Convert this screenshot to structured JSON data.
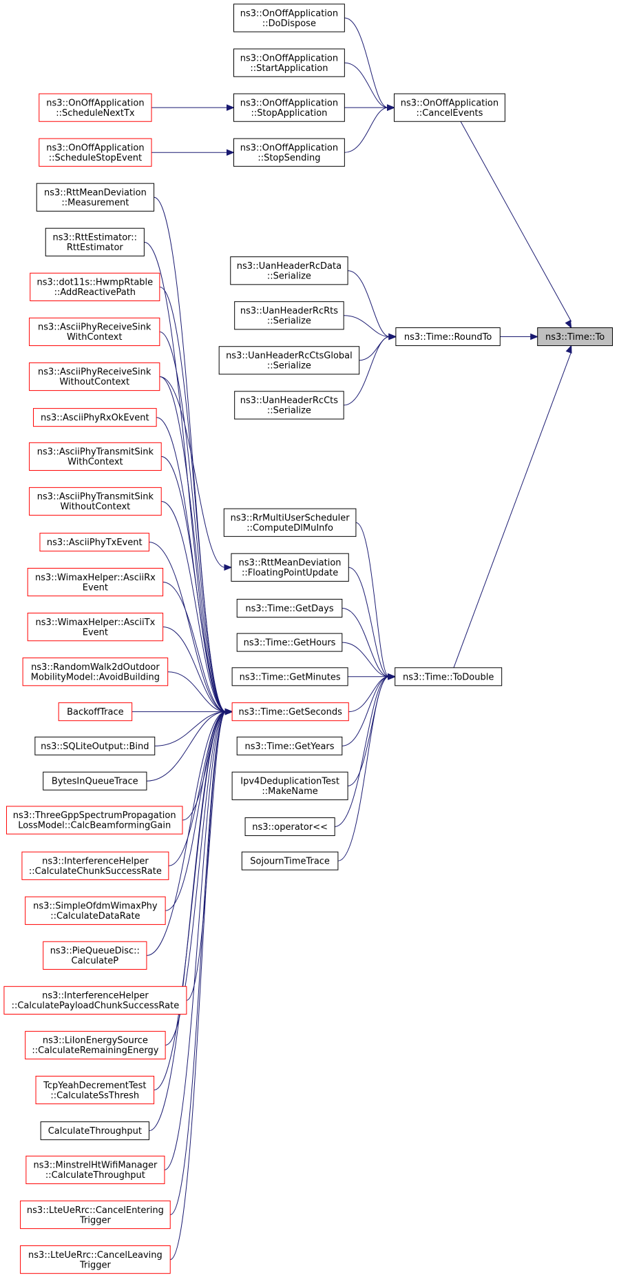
{
  "root": "ns3::Time::To",
  "nodes": [
    {
      "id": "to",
      "lines": [
        "ns3::Time::To"
      ],
      "color": "root"
    },
    {
      "id": "cancelEvents",
      "lines": [
        "ns3::OnOffApplication",
        "::CancelEvents"
      ],
      "color": "black"
    },
    {
      "id": "roundTo",
      "lines": [
        "ns3::Time::RoundTo"
      ],
      "color": "black"
    },
    {
      "id": "toDouble",
      "lines": [
        "ns3::Time::ToDouble"
      ],
      "color": "black"
    },
    {
      "id": "doDispose",
      "lines": [
        "ns3::OnOffApplication",
        "::DoDispose"
      ],
      "color": "black"
    },
    {
      "id": "startApp",
      "lines": [
        "ns3::OnOffApplication",
        "::StartApplication"
      ],
      "color": "black"
    },
    {
      "id": "stopApp",
      "lines": [
        "ns3::OnOffApplication",
        "::StopApplication"
      ],
      "color": "black"
    },
    {
      "id": "stopSending",
      "lines": [
        "ns3::OnOffApplication",
        "::StopSending"
      ],
      "color": "black"
    },
    {
      "id": "schedNextTx",
      "lines": [
        "ns3::OnOffApplication",
        "::ScheduleNextTx"
      ],
      "color": "red"
    },
    {
      "id": "schedStop",
      "lines": [
        "ns3::OnOffApplication",
        "::ScheduleStopEvent"
      ],
      "color": "red"
    },
    {
      "id": "uanData",
      "lines": [
        "ns3::UanHeaderRcData",
        "::Serialize"
      ],
      "color": "black"
    },
    {
      "id": "uanRts",
      "lines": [
        "ns3::UanHeaderRcRts",
        "::Serialize"
      ],
      "color": "black"
    },
    {
      "id": "uanCtsGlobal",
      "lines": [
        "ns3::UanHeaderRcCtsGlobal",
        "::Serialize"
      ],
      "color": "black"
    },
    {
      "id": "uanCts",
      "lines": [
        "ns3::UanHeaderRcCts",
        "::Serialize"
      ],
      "color": "black"
    },
    {
      "id": "rrMulti",
      "lines": [
        "ns3::RrMultiUserScheduler",
        "::ComputeDlMuInfo"
      ],
      "color": "black"
    },
    {
      "id": "rttFloat",
      "lines": [
        "ns3::RttMeanDeviation",
        "::FloatingPointUpdate"
      ],
      "color": "black"
    },
    {
      "id": "getDays",
      "lines": [
        "ns3::Time::GetDays"
      ],
      "color": "black"
    },
    {
      "id": "getHours",
      "lines": [
        "ns3::Time::GetHours"
      ],
      "color": "black"
    },
    {
      "id": "getMinutes",
      "lines": [
        "ns3::Time::GetMinutes"
      ],
      "color": "black"
    },
    {
      "id": "getSeconds",
      "lines": [
        "ns3::Time::GetSeconds"
      ],
      "color": "red"
    },
    {
      "id": "getYears",
      "lines": [
        "ns3::Time::GetYears"
      ],
      "color": "black"
    },
    {
      "id": "ipv4Dedup",
      "lines": [
        "Ipv4DeduplicationTest",
        "::MakeName"
      ],
      "color": "black"
    },
    {
      "id": "operatorLL",
      "lines": [
        "ns3::operator<<"
      ],
      "color": "black"
    },
    {
      "id": "sojourn",
      "lines": [
        "SojournTimeTrace"
      ],
      "color": "black"
    },
    {
      "id": "rttMeas",
      "lines": [
        "ns3::RttMeanDeviation",
        "::Measurement"
      ],
      "color": "black"
    },
    {
      "id": "rttEst",
      "lines": [
        "ns3::RttEstimator::",
        "RttEstimator"
      ],
      "color": "black"
    },
    {
      "id": "hwmp",
      "lines": [
        "ns3::dot11s::HwmpRtable",
        "::AddReactivePath"
      ],
      "color": "red"
    },
    {
      "id": "asciiRxSinkCtx",
      "lines": [
        "ns3::AsciiPhyReceiveSink",
        "WithContext"
      ],
      "color": "red"
    },
    {
      "id": "asciiRxSinkNoCtx",
      "lines": [
        "ns3::AsciiPhyReceiveSink",
        "WithoutContext"
      ],
      "color": "red"
    },
    {
      "id": "asciiRxOk",
      "lines": [
        "ns3::AsciiPhyRxOkEvent"
      ],
      "color": "red"
    },
    {
      "id": "asciiTxSinkCtx",
      "lines": [
        "ns3::AsciiPhyTransmitSink",
        "WithContext"
      ],
      "color": "red"
    },
    {
      "id": "asciiTxSinkNoCtx",
      "lines": [
        "ns3::AsciiPhyTransmitSink",
        "WithoutContext"
      ],
      "color": "red"
    },
    {
      "id": "asciiTxEvent",
      "lines": [
        "ns3::AsciiPhyTxEvent"
      ],
      "color": "red"
    },
    {
      "id": "wimaxRx",
      "lines": [
        "ns3::WimaxHelper::AsciiRx",
        "Event"
      ],
      "color": "red"
    },
    {
      "id": "wimaxTx",
      "lines": [
        "ns3::WimaxHelper::AsciiTx",
        "Event"
      ],
      "color": "red"
    },
    {
      "id": "randomWalk",
      "lines": [
        "ns3::RandomWalk2dOutdoor",
        "MobilityModel::AvoidBuilding"
      ],
      "color": "red"
    },
    {
      "id": "backoff",
      "lines": [
        "BackoffTrace"
      ],
      "color": "red"
    },
    {
      "id": "sqlite",
      "lines": [
        "ns3::SQLiteOutput::Bind"
      ],
      "color": "black"
    },
    {
      "id": "bytesInQueue",
      "lines": [
        "BytesInQueueTrace"
      ],
      "color": "black"
    },
    {
      "id": "threeGpp",
      "lines": [
        "ns3::ThreeGppSpectrumPropagation",
        "LossModel::CalcBeamformingGain"
      ],
      "color": "red"
    },
    {
      "id": "interfChunk",
      "lines": [
        "ns3::InterferenceHelper",
        "::CalculateChunkSuccessRate"
      ],
      "color": "red"
    },
    {
      "id": "simpleOfdm",
      "lines": [
        "ns3::SimpleOfdmWimaxPhy",
        "::CalculateDataRate"
      ],
      "color": "red"
    },
    {
      "id": "pieQueue",
      "lines": [
        "ns3::PieQueueDisc::",
        "CalculateP"
      ],
      "color": "red"
    },
    {
      "id": "interfPayload",
      "lines": [
        "ns3::InterferenceHelper",
        "::CalculatePayloadChunkSuccessRate"
      ],
      "color": "red"
    },
    {
      "id": "liIon",
      "lines": [
        "ns3::LiIonEnergySource",
        "::CalculateRemainingEnergy"
      ],
      "color": "red"
    },
    {
      "id": "tcpYeah",
      "lines": [
        "TcpYeahDecrementTest",
        "::CalculateSsThresh"
      ],
      "color": "red"
    },
    {
      "id": "calcThroughput",
      "lines": [
        "CalculateThroughput"
      ],
      "color": "black"
    },
    {
      "id": "minstrel",
      "lines": [
        "ns3::MinstrelHtWifiManager",
        "::CalculateThroughput"
      ],
      "color": "red"
    },
    {
      "id": "lteEntering",
      "lines": [
        "ns3::LteUeRrc::CancelEntering",
        "Trigger"
      ],
      "color": "red"
    },
    {
      "id": "lteLeaving",
      "lines": [
        "ns3::LteUeRrc::CancelLeaving",
        "Trigger"
      ],
      "color": "red"
    }
  ],
  "edges": [
    [
      "cancelEvents",
      "to"
    ],
    [
      "roundTo",
      "to"
    ],
    [
      "toDouble",
      "to"
    ],
    [
      "doDispose",
      "cancelEvents"
    ],
    [
      "startApp",
      "cancelEvents"
    ],
    [
      "stopApp",
      "cancelEvents"
    ],
    [
      "stopSending",
      "cancelEvents"
    ],
    [
      "schedNextTx",
      "stopApp"
    ],
    [
      "schedStop",
      "stopSending"
    ],
    [
      "uanData",
      "roundTo"
    ],
    [
      "uanRts",
      "roundTo"
    ],
    [
      "uanCtsGlobal",
      "roundTo"
    ],
    [
      "uanCts",
      "roundTo"
    ],
    [
      "rrMulti",
      "toDouble"
    ],
    [
      "rttFloat",
      "toDouble"
    ],
    [
      "getDays",
      "toDouble"
    ],
    [
      "getHours",
      "toDouble"
    ],
    [
      "getMinutes",
      "toDouble"
    ],
    [
      "getSeconds",
      "toDouble"
    ],
    [
      "getYears",
      "toDouble"
    ],
    [
      "ipv4Dedup",
      "toDouble"
    ],
    [
      "operatorLL",
      "toDouble"
    ],
    [
      "sojourn",
      "toDouble"
    ],
    [
      "rttMeas",
      "getSeconds"
    ],
    [
      "rttEst",
      "getSeconds"
    ],
    [
      "hwmp",
      "getSeconds"
    ],
    [
      "asciiRxSinkCtx",
      "getSeconds"
    ],
    [
      "asciiRxSinkNoCtx",
      "rttFloat"
    ],
    [
      "asciiRxSinkNoCtx",
      "getSeconds"
    ],
    [
      "asciiRxOk",
      "getSeconds"
    ],
    [
      "asciiTxSinkCtx",
      "getSeconds"
    ],
    [
      "asciiTxSinkNoCtx",
      "getSeconds"
    ],
    [
      "asciiTxEvent",
      "getSeconds"
    ],
    [
      "wimaxRx",
      "getSeconds"
    ],
    [
      "wimaxTx",
      "getSeconds"
    ],
    [
      "randomWalk",
      "getSeconds"
    ],
    [
      "backoff",
      "getSeconds"
    ],
    [
      "sqlite",
      "getSeconds"
    ],
    [
      "bytesInQueue",
      "getSeconds"
    ],
    [
      "threeGpp",
      "getSeconds"
    ],
    [
      "interfChunk",
      "getSeconds"
    ],
    [
      "simpleOfdm",
      "getSeconds"
    ],
    [
      "pieQueue",
      "getSeconds"
    ],
    [
      "interfPayload",
      "getSeconds"
    ],
    [
      "liIon",
      "getSeconds"
    ],
    [
      "tcpYeah",
      "getSeconds"
    ],
    [
      "calcThroughput",
      "getSeconds"
    ],
    [
      "minstrel",
      "getSeconds"
    ],
    [
      "lteEntering",
      "getSeconds"
    ],
    [
      "lteLeaving",
      "getSeconds"
    ]
  ]
}
